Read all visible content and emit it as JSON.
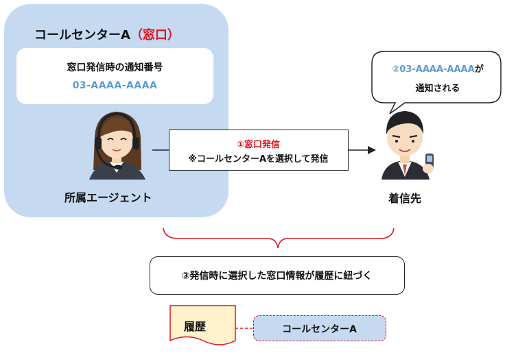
{
  "call_center": {
    "title": "コールセンターA",
    "title_suffix": "（窓口）",
    "notify_label": "窓口発信時の通知番号",
    "notify_number": "03-AAAA-AAAA",
    "agent_label": "所属エージェント"
  },
  "call": {
    "title": "①窓口発信",
    "note": "※コールセンターAを選択して発信"
  },
  "receiver": {
    "label": "着信先",
    "bubble_number": "②03-AAAA-AAAA",
    "bubble_suffix": "が",
    "bubble_line2": "通知される"
  },
  "result": {
    "text": "③発信時に選択した窓口情報が履歴に紐づく"
  },
  "history": {
    "label": "履歴",
    "entry": "コールセンターA"
  },
  "colors": {
    "panel_blue": "#c5d9f1",
    "accent_red": "#e0141e",
    "number_blue": "#5b9bd5",
    "history_note_fill": "#fff2cc"
  }
}
